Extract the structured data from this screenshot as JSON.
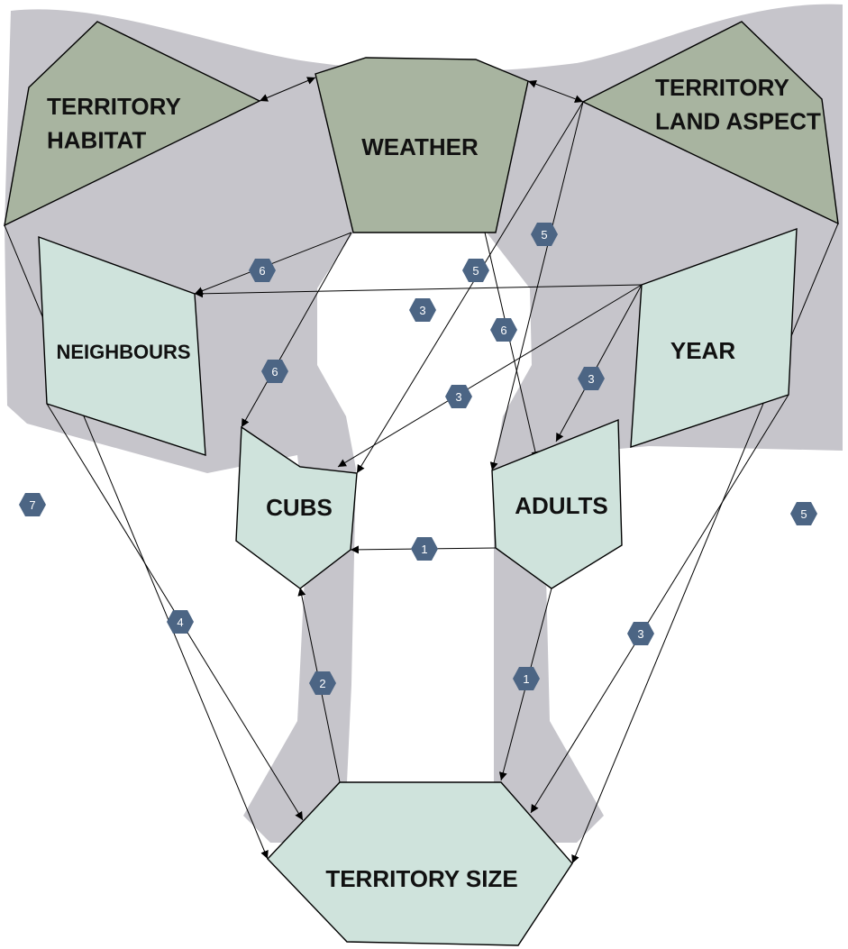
{
  "colors": {
    "background": "#ffffff",
    "region": "#c6c5cb",
    "environment_node": "#a8b4a0",
    "population_node": "#cfe3dc",
    "badge": "#4c6584",
    "badge_text": "#ffffff",
    "edge": "#000000"
  },
  "nodes": {
    "territory_habitat": "TERRITORY HABITAT",
    "weather": "WEATHER",
    "territory_land_aspect": "TERRITORY LAND ASPECT",
    "neighbours": "NEIGHBOURS",
    "year": "YEAR",
    "cubs": "CUBS",
    "adults": "ADULTS",
    "territory_size": "TERRITORY SIZE"
  },
  "edges": [
    {
      "id": "habitat-weather",
      "from": "territory_habitat",
      "to": "weather",
      "label": "",
      "bidirectional": true
    },
    {
      "id": "weather-landaspect",
      "from": "weather",
      "to": "territory_land_aspect",
      "label": "",
      "bidirectional": true
    },
    {
      "id": "weather-neighbours",
      "from": "weather",
      "to": "neighbours",
      "label": "6"
    },
    {
      "id": "weather-cubs",
      "from": "weather",
      "to": "cubs",
      "label": "6"
    },
    {
      "id": "weather-adults",
      "from": "weather",
      "to": "adults",
      "label": "6"
    },
    {
      "id": "landaspect-cubs",
      "from": "territory_land_aspect",
      "to": "cubs",
      "label": "5"
    },
    {
      "id": "landaspect-adults",
      "from": "territory_land_aspect",
      "to": "adults",
      "label": "5"
    },
    {
      "id": "year-neighbours",
      "from": "year",
      "to": "neighbours",
      "label": "3"
    },
    {
      "id": "year-cubs",
      "from": "year",
      "to": "cubs",
      "label": "3"
    },
    {
      "id": "year-adults",
      "from": "year",
      "to": "adults",
      "label": "3"
    },
    {
      "id": "adults-cubs",
      "from": "adults",
      "to": "cubs",
      "label": "1"
    },
    {
      "id": "habitat-size",
      "from": "territory_habitat",
      "to": "territory_size",
      "label": "7"
    },
    {
      "id": "neighbours-size",
      "from": "neighbours",
      "to": "territory_size",
      "label": "4"
    },
    {
      "id": "size-cubs",
      "from": "territory_size",
      "to": "cubs",
      "label": "2"
    },
    {
      "id": "adults-size",
      "from": "adults",
      "to": "territory_size",
      "label": "1"
    },
    {
      "id": "year-size",
      "from": "year",
      "to": "territory_size",
      "label": "3"
    },
    {
      "id": "landaspect-size",
      "from": "territory_land_aspect",
      "to": "territory_size",
      "label": "5"
    }
  ]
}
